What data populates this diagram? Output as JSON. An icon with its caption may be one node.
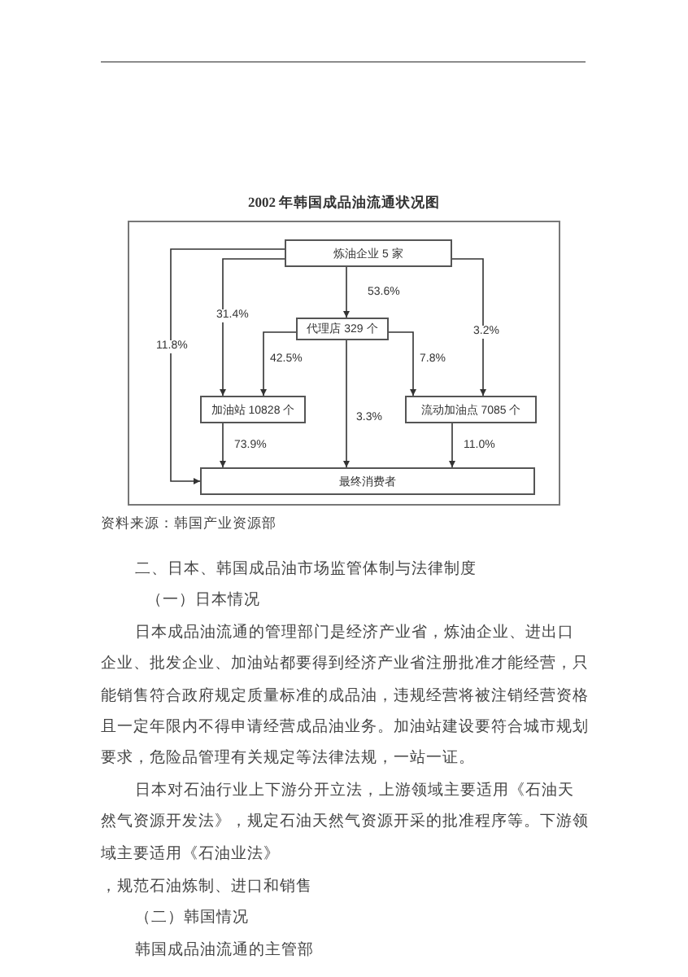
{
  "diagram": {
    "title": "2002 年韩国成品油流通状况图",
    "nodes": [
      {
        "text": [
          "炼油企业 5 家"
        ]
      },
      {
        "text": [
          "代理店 329 个"
        ]
      },
      {
        "text": [
          "加油站 10828 个"
        ]
      },
      {
        "text": [
          "流动加油点 7085 个"
        ]
      },
      {
        "text": [
          "最终消费者"
        ]
      }
    ],
    "edges": [
      {
        "from": 0,
        "to": 1,
        "arrow": "to",
        "label": "53.6%"
      },
      {
        "from": 0,
        "to": 2,
        "arrow": "to",
        "label": "31.4%"
      },
      {
        "from": 0,
        "to": 4,
        "arrow": "to",
        "label": "11.8%"
      },
      {
        "from": 0,
        "to": 3,
        "arrow": "to",
        "label": "3.2%"
      },
      {
        "from": 1,
        "to": 2,
        "arrow": "to",
        "label": "42.5%"
      },
      {
        "from": 1,
        "to": 3,
        "arrow": "to",
        "label": "7.8%"
      },
      {
        "from": 1,
        "to": 4,
        "arrow": "to",
        "label": "3.3%"
      },
      {
        "from": 2,
        "to": 4,
        "arrow": "to",
        "label": "73.9%"
      },
      {
        "from": 3,
        "to": 4,
        "arrow": "to",
        "label": "11.0%"
      }
    ],
    "labels": [
      "资料来源：韩国产业资源部",
      "二、日本、韩国成品油市场监管体制与法律制度",
      "（一）日本情况",
      "日本成品油流通的管理部门是经济产业省，炼油企业、进出口企业、批发企业、加油站都要得到经济产业省注册批准才能经营，只能销售符合政府规定质量标准的成品油，违规经营将被注销经营资格且一定年限内不得申请经营成品油业务。加油站建设要符合城市规划要求，危险品管理有关规定等法律法规，一站一证。",
      "日本对石油行业上下游分开立法，上游领域主要适用《石油天然气资源开发法》，规定石油天然气资源开采的批准程序等。下游领域主要适用《石油业法》",
      "，规范石油炼制、进口和销售",
      "（二）韩国情况",
      "韩国成品油流通的主管部"
    ]
  }
}
